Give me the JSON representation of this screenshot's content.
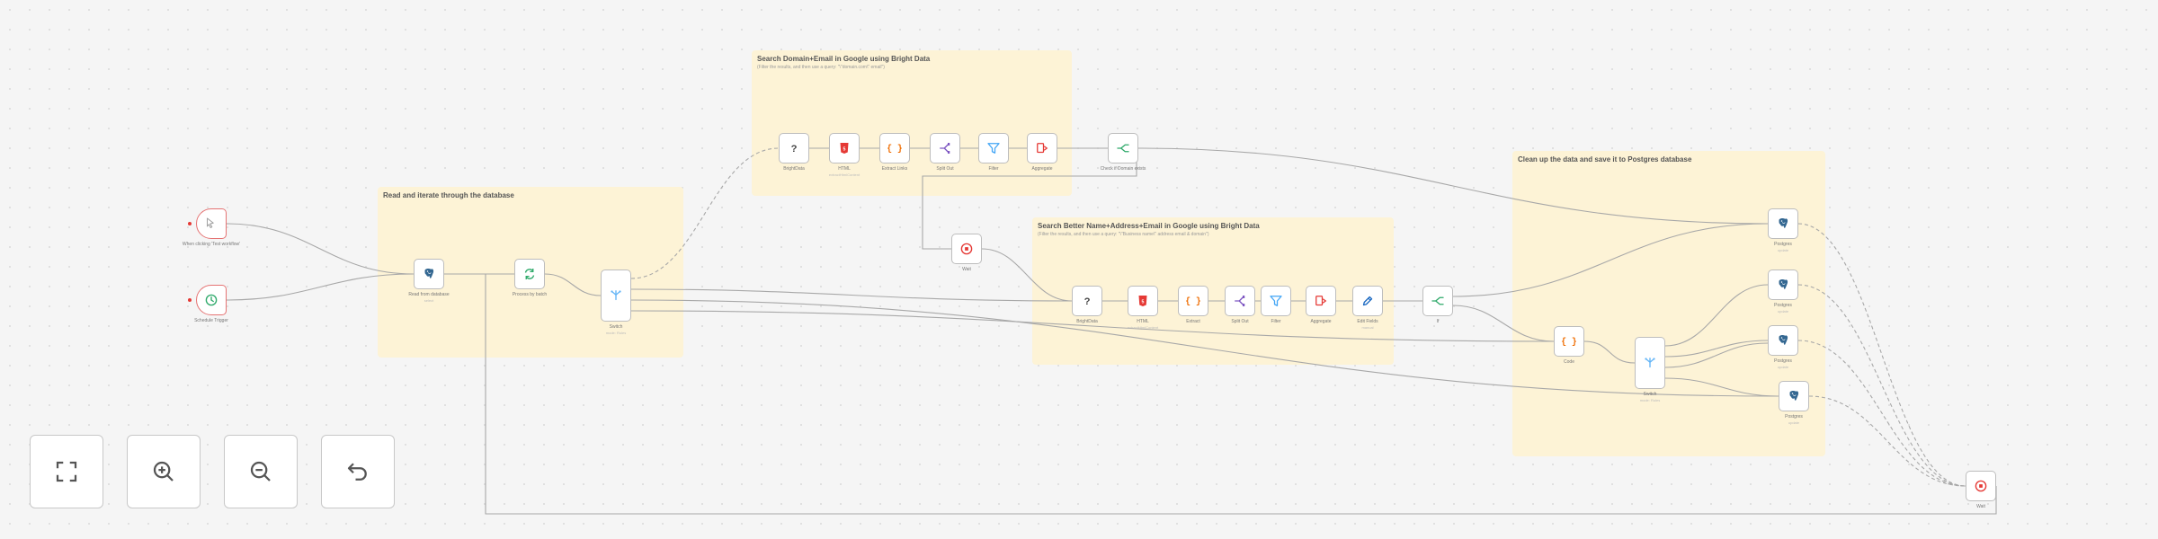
{
  "stickies": [
    {
      "id": "s-iterate",
      "title": "Read and iterate through the database",
      "subtitle": ""
    },
    {
      "id": "s-domain",
      "title": "Search Domain+Email in Google using Bright Data",
      "subtitle": "(Filter the results, and then use a query: \"\\\"domain.com\\\" email\")"
    },
    {
      "id": "s-name",
      "title": "Search Better Name+Address+Email in Google using Bright Data",
      "subtitle": "(Filter the results, and then use a query: \"\\\"Business name\\\" address email & domain\")"
    },
    {
      "id": "s-cleanup",
      "title": "Clean up the data and save it to Postgres database",
      "subtitle": ""
    }
  ],
  "nodes": [
    {
      "id": "n-manual",
      "name": "manual-trigger-node",
      "icon": "cursor-icon",
      "color": "#9e9e9e",
      "label": "When clicking 'Test workflow'",
      "sub": "",
      "error": true,
      "trigger": true
    },
    {
      "id": "n-schedule",
      "name": "schedule-trigger-node",
      "icon": "clock-icon",
      "color": "#2ea96a",
      "label": "Schedule Trigger",
      "sub": "",
      "error": true,
      "trigger": true
    },
    {
      "id": "n-readdb",
      "name": "read-database-node",
      "icon": "postgres-icon",
      "color": "#336791",
      "label": "Read from database",
      "sub": "select",
      "error": false
    },
    {
      "id": "n-loop",
      "name": "loop-items-node",
      "icon": "loop-icon",
      "color": "#2ea96a",
      "label": "Process by batch",
      "sub": "",
      "error": false
    },
    {
      "id": "n-switch1",
      "name": "switch-node",
      "icon": "switch-icon",
      "color": "#64b5f6",
      "label": "Switch",
      "sub": "mode: Rules",
      "error": false,
      "tall": true
    },
    {
      "id": "n-d-brightdata",
      "name": "domain-brightdata-node",
      "icon": "question-icon",
      "color": "#444444",
      "label": "BrightData",
      "sub": "",
      "error": false
    },
    {
      "id": "n-d-html",
      "name": "domain-html-node",
      "icon": "html-icon",
      "color": "#e53935",
      "label": "HTML",
      "sub": "extractHtmlContent",
      "error": false
    },
    {
      "id": "n-d-code",
      "name": "domain-code-node",
      "icon": "code-icon",
      "color": "#ef6c00",
      "label": "Extract Links",
      "sub": "",
      "error": false
    },
    {
      "id": "n-d-split",
      "name": "domain-split-node",
      "icon": "split-icon",
      "color": "#7e57c2",
      "label": "Split Out",
      "sub": "",
      "error": false
    },
    {
      "id": "n-d-filter",
      "name": "domain-filter-node",
      "icon": "filter-icon",
      "color": "#42a5f5",
      "label": "Filter",
      "sub": "",
      "error": false
    },
    {
      "id": "n-d-aggregate",
      "name": "domain-aggregate-node",
      "icon": "aggregate-icon",
      "color": "#e53935",
      "label": "Aggregate",
      "sub": "",
      "error": false
    },
    {
      "id": "n-d-if",
      "name": "domain-if-node",
      "icon": "if-icon",
      "color": "#2ea96a",
      "label": "Check if Domain exists",
      "sub": "",
      "error": false
    },
    {
      "id": "n-wait1",
      "name": "wait-node",
      "icon": "wait-icon",
      "color": "#e53935",
      "label": "Wait",
      "sub": "",
      "error": false
    },
    {
      "id": "n-b-brightdata",
      "name": "name-brightdata-node",
      "icon": "question-icon",
      "color": "#444444",
      "label": "BrightData",
      "sub": "",
      "error": false
    },
    {
      "id": "n-b-html",
      "name": "name-html-node",
      "icon": "html-icon",
      "color": "#e53935",
      "label": "HTML",
      "sub": "extractHtmlContent",
      "error": false
    },
    {
      "id": "n-b-code",
      "name": "name-code-node",
      "icon": "code-icon",
      "color": "#ef6c00",
      "label": "Extract",
      "sub": "",
      "error": false
    },
    {
      "id": "n-b-split",
      "name": "name-split-node",
      "icon": "split-icon",
      "color": "#7e57c2",
      "label": "Split Out",
      "sub": "",
      "error": false
    },
    {
      "id": "n-b-filter",
      "name": "name-filter-node",
      "icon": "filter-icon",
      "color": "#42a5f5",
      "label": "Filter",
      "sub": "",
      "error": false
    },
    {
      "id": "n-b-aggregate",
      "name": "name-aggregate-node",
      "icon": "aggregate-icon",
      "color": "#e53935",
      "label": "Aggregate",
      "sub": "",
      "error": false
    },
    {
      "id": "n-b-edit",
      "name": "name-edit-node",
      "icon": "pencil-icon",
      "color": "#1565c0",
      "label": "Edit Fields",
      "sub": "manual",
      "error": false
    },
    {
      "id": "n-b-if",
      "name": "name-if-node",
      "icon": "if-icon",
      "color": "#2ea96a",
      "label": "If",
      "sub": "",
      "error": false
    },
    {
      "id": "n-c-code",
      "name": "cleanup-code-node",
      "icon": "code-icon",
      "color": "#ef6c00",
      "label": "Code",
      "sub": "",
      "error": false
    },
    {
      "id": "n-c-switch",
      "name": "cleanup-switch-node",
      "icon": "switch-icon",
      "color": "#64b5f6",
      "label": "Switch",
      "sub": "mode: Rules",
      "error": false,
      "tall": true
    },
    {
      "id": "n-pg1",
      "name": "postgres-node-1",
      "icon": "postgres-icon",
      "color": "#336791",
      "label": "Postgres",
      "sub": "update",
      "error": false
    },
    {
      "id": "n-pg2",
      "name": "postgres-node-2",
      "icon": "postgres-icon",
      "color": "#336791",
      "label": "Postgres",
      "sub": "update",
      "error": false
    },
    {
      "id": "n-pg3",
      "name": "postgres-node-3",
      "icon": "postgres-icon",
      "color": "#336791",
      "label": "Postgres",
      "sub": "update",
      "error": false
    },
    {
      "id": "n-pg4",
      "name": "postgres-node-4",
      "icon": "postgres-icon",
      "color": "#336791",
      "label": "Postgres",
      "sub": "update",
      "error": false
    },
    {
      "id": "n-wait2",
      "name": "wait-node-final",
      "icon": "wait-icon",
      "color": "#e53935",
      "label": "Wait",
      "sub": "",
      "error": false
    }
  ],
  "controls": [
    {
      "name": "fit-view-button",
      "icon": "fit-view-icon"
    },
    {
      "name": "zoom-in-button",
      "icon": "zoom-in-icon"
    },
    {
      "name": "zoom-out-button",
      "icon": "zoom-out-icon"
    },
    {
      "name": "undo-button",
      "icon": "undo-icon"
    }
  ]
}
